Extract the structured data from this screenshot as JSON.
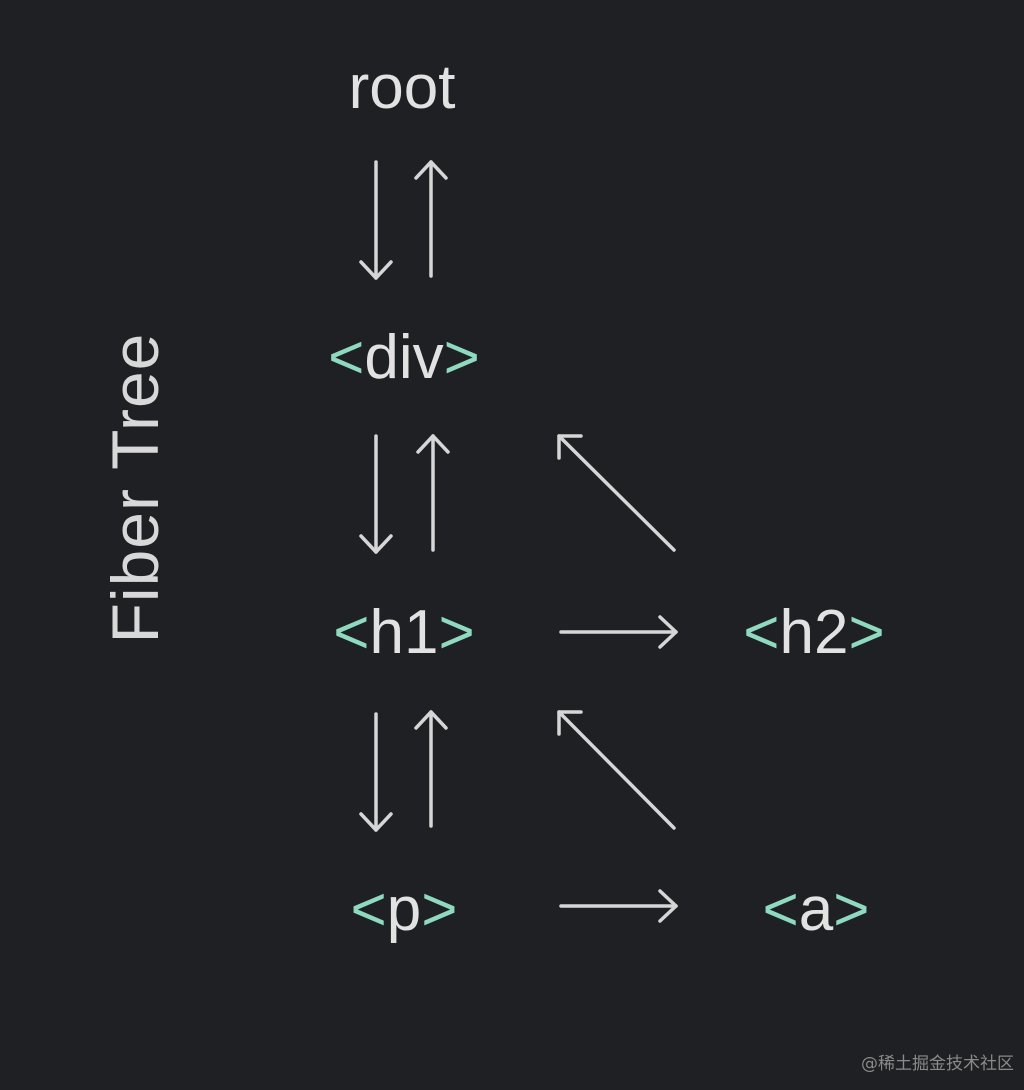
{
  "diagram": {
    "side_label": "Fiber Tree",
    "nodes": {
      "root": {
        "text": "root"
      },
      "div": {
        "open": "<",
        "tag": "div",
        "close": ">"
      },
      "h1": {
        "open": "<",
        "tag": "h1",
        "close": ">"
      },
      "h2": {
        "open": "<",
        "tag": "h2",
        "close": ">"
      },
      "p": {
        "open": "<",
        "tag": "p",
        "close": ">"
      },
      "a": {
        "open": "<",
        "tag": "a",
        "close": ">"
      }
    },
    "edges": [
      {
        "from": "root",
        "to": "div",
        "kind": "child"
      },
      {
        "from": "div",
        "to": "root",
        "kind": "return"
      },
      {
        "from": "div",
        "to": "h1",
        "kind": "child"
      },
      {
        "from": "h1",
        "to": "div",
        "kind": "return"
      },
      {
        "from": "h2",
        "to": "div",
        "kind": "return"
      },
      {
        "from": "h1",
        "to": "h2",
        "kind": "sibling"
      },
      {
        "from": "h1",
        "to": "p",
        "kind": "child"
      },
      {
        "from": "p",
        "to": "h1",
        "kind": "return"
      },
      {
        "from": "a",
        "to": "h1",
        "kind": "return"
      },
      {
        "from": "p",
        "to": "a",
        "kind": "sibling"
      }
    ],
    "colors": {
      "background": "#1f2024",
      "text": "#e2e2e2",
      "bracket": "#8fd9bf",
      "arrow": "#d6d6d6"
    }
  },
  "watermark": "@稀土掘金技术社区"
}
